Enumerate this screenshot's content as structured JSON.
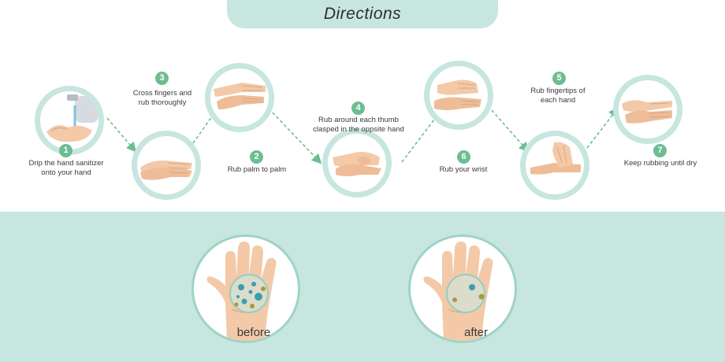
{
  "header": {
    "title": "Directions"
  },
  "steps": [
    {
      "number": "1",
      "label_lines": [
        "Drip the hand sanitizer",
        "onto your hand"
      ]
    },
    {
      "number": "2",
      "label_lines": [
        "Rub palm to palm"
      ]
    },
    {
      "number": "3",
      "label_lines": [
        "Cross fingers and",
        "rub thoroughly"
      ]
    },
    {
      "number": "4",
      "label_lines": [
        "Rub around each thumb",
        "clasped in the oppsite hand"
      ]
    },
    {
      "number": "5",
      "label_lines": [
        "Rub fingertips of",
        "each hand"
      ]
    },
    {
      "number": "6",
      "label_lines": [
        "Rub your wrist"
      ]
    },
    {
      "number": "7",
      "label_lines": [
        "Keep rubbing until dry"
      ]
    }
  ],
  "comparison": {
    "before_label": "before",
    "after_label": "after"
  },
  "colors": {
    "mint": "#c7e6df",
    "badge_green": "#6dbd92",
    "arrow_green": "#6dbd92",
    "skin": "#f3c9a8",
    "germ_teal": "#3a9fb0",
    "germ_olive": "#a89a3a"
  }
}
